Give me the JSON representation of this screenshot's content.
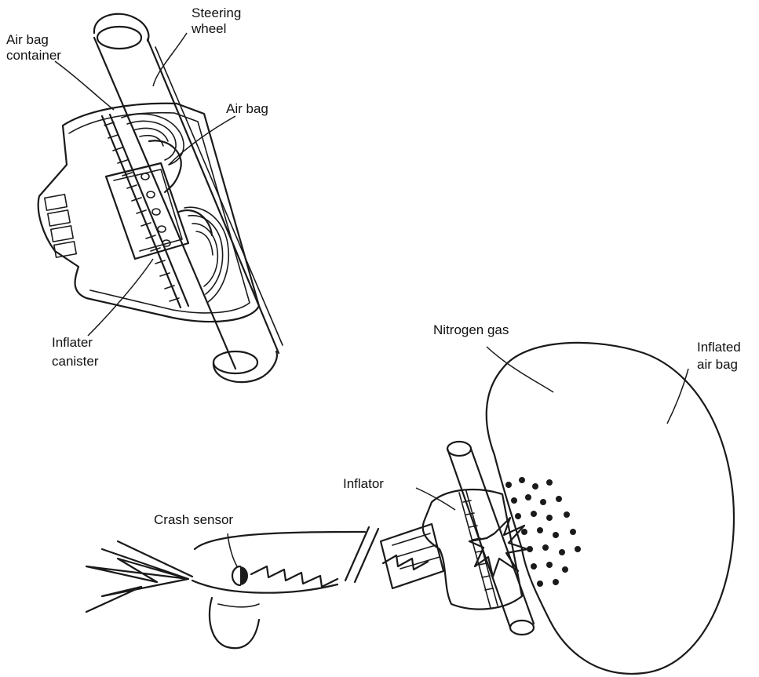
{
  "labels": {
    "steering_wheel_line1": "Steering",
    "steering_wheel_line2": "wheel",
    "air_bag_container_line1": "Air bag",
    "air_bag_container_line2": "container",
    "air_bag": "Air bag",
    "inflater_canister_line1": "Inflater",
    "inflater_canister_line2": "canister",
    "nitrogen_gas": "Nitrogen gas",
    "inflated_air_bag_line1": "Inflated",
    "inflated_air_bag_line2": "air bag",
    "inflator": "Inflator",
    "crash_sensor": "Crash sensor"
  },
  "colors": {
    "ink": "#1a1a1a",
    "background": "#ffffff"
  }
}
